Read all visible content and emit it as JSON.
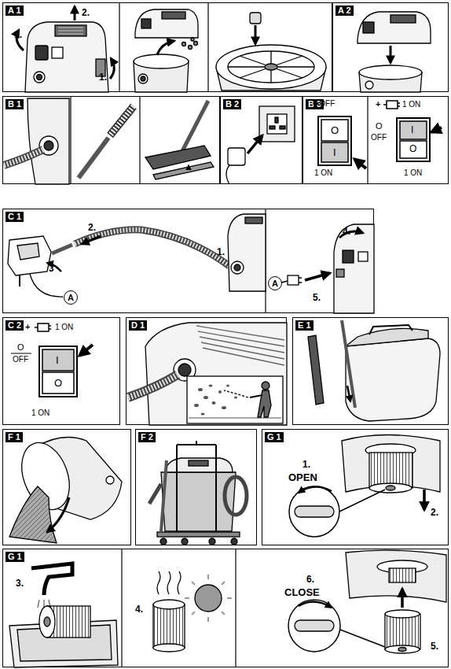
{
  "diagram": {
    "nodes": [
      {
        "text": [
          "A 1"
        ]
      },
      {
        "text": [
          "A 2"
        ]
      },
      {
        "text": [
          "B 1"
        ]
      },
      {
        "text": [
          "B 2"
        ]
      },
      {
        "text": [
          "B 3"
        ]
      },
      {
        "text": [
          "C 1"
        ]
      },
      {
        "text": [
          "A"
        ],
        "in": 5
      },
      {
        "text": [
          "A"
        ],
        "in": 5
      },
      {
        "text": [
          "C 2"
        ]
      },
      {
        "text": [
          "D 1"
        ]
      },
      {
        "text": [
          "E 1"
        ]
      },
      {
        "text": [
          "F 1"
        ]
      },
      {
        "text": [
          "F 2"
        ]
      },
      {
        "text": [
          "G 1"
        ]
      },
      {
        "text": [
          "G 1"
        ]
      }
    ],
    "labels": [
      "1.",
      "2.",
      "1.",
      "0 OFF",
      "O",
      "I",
      "1 ON",
      "+",
      "1 ON",
      "O",
      "OFF",
      "I",
      "O",
      "1 ON",
      "2.",
      "1.",
      "3",
      "4.",
      "5.",
      "+",
      "1 ON",
      "O",
      "OFF",
      "I",
      "O",
      "1 ON",
      "1.",
      "OPEN",
      "2.",
      "3.",
      "4.",
      "6.",
      "CLOSE",
      "5."
    ]
  }
}
